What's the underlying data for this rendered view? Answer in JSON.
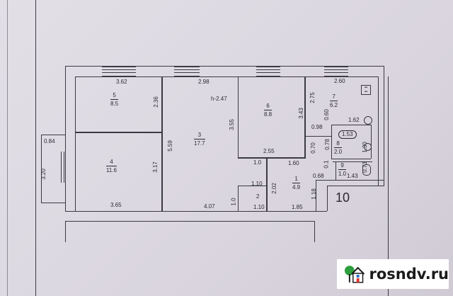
{
  "plan": {
    "ceiling_height": "h-2.47",
    "rooms": [
      {
        "num": "1",
        "area": "4.9"
      },
      {
        "num": "2",
        "area": ""
      },
      {
        "num": "3",
        "area": "17.7"
      },
      {
        "num": "4",
        "area": "11.6"
      },
      {
        "num": "5",
        "area": "8.5"
      },
      {
        "num": "6",
        "area": "8.8"
      },
      {
        "num": "7",
        "area": "6.2"
      },
      {
        "num": "8",
        "area": "2.0"
      },
      {
        "num": "9",
        "area": "1.0"
      }
    ],
    "dimensions": {
      "d_3_62": "3.62",
      "d_2_98": "2.98",
      "d_2_60": "2.60",
      "d_2_36": "2.36",
      "d_3_55": "3.55",
      "d_3_43": "3.43",
      "d_2_75": "2.75",
      "d_0_60": "0.60",
      "d_1_62": "1.62",
      "d_0_98": "0.98",
      "d_1_53": "1.53",
      "d_0_70": "0.70",
      "d_0_78": "0.78",
      "d_1_30": "1.30",
      "d_5_59": "5.59",
      "d_3_17": "3.17",
      "d_0_84": "0.84",
      "d_3_20": "3.20",
      "d_3_65": "3.65",
      "d_4_07": "4.07",
      "d_2_55": "2.55",
      "d_1_0a": "1.0",
      "d_1_60": "1.60",
      "d_1_10a": "1.10",
      "d_2_02": "2.02",
      "d_1_0b": "1.0",
      "d_1_10b": "1.10",
      "d_1_85": "1.85",
      "d_0_68": "0.68",
      "d_1_43": "1.43",
      "d_0_73": "0.73",
      "d_0_1": "0.1",
      "d_1_18": "1.18"
    },
    "unit_number": "10"
  },
  "watermark": {
    "text": "rosndv.ru",
    "icon": "house-tree-icon",
    "colors": {
      "tree": "#2e9e3e",
      "roof": "#1b1b1b",
      "door": "#e2352b",
      "window": "#2a6fd1"
    }
  }
}
